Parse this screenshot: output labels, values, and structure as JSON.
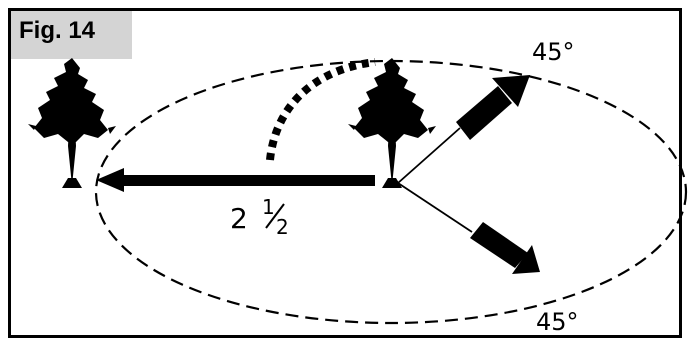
{
  "figure": {
    "label": "Fig. 14",
    "distance_label_whole": "2",
    "distance_label_num": "1",
    "distance_label_den": "2",
    "angle_upper": "45°",
    "angle_lower": "45°"
  }
}
